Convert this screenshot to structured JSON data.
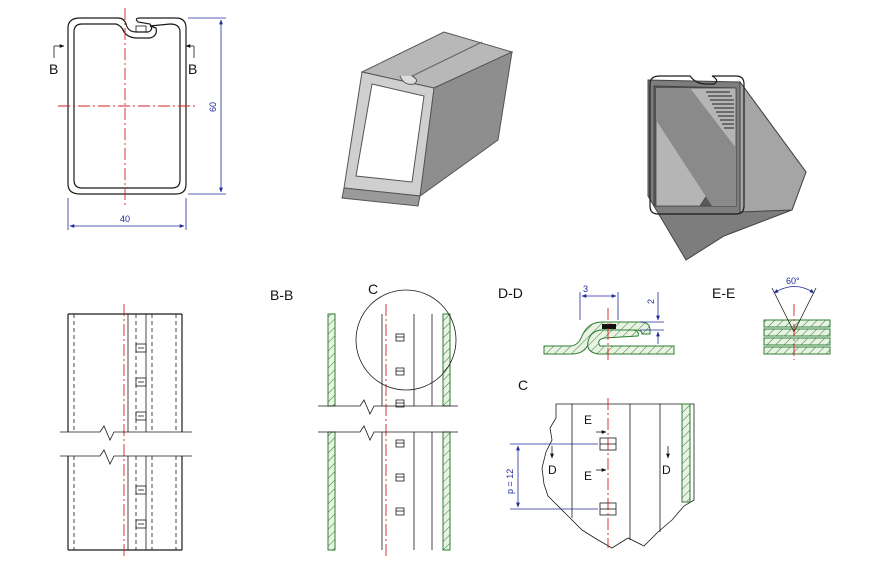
{
  "colors": {
    "centerline": "#d42020",
    "dimension": "#1f2a9a",
    "hatch": "#2e7d32",
    "outline": "#1a1a1a"
  },
  "top_view": {
    "section_mark_left": "B",
    "section_mark_right": "B",
    "dim_width": "40",
    "dim_height": "60"
  },
  "views": {
    "section_bb_label": "B-B",
    "detail_c_circle_label": "C",
    "section_dd_label": "D-D",
    "section_ee_label": "E-E",
    "detail_c_label": "C"
  },
  "section_dd": {
    "dim_width": "3",
    "dim_height": "2"
  },
  "section_ee": {
    "angle": "60°"
  },
  "detail_c": {
    "pitch": "p = 12",
    "mark_e_top": "E",
    "mark_e_bottom": "E",
    "mark_d_left": "D",
    "mark_d_right": "D"
  }
}
